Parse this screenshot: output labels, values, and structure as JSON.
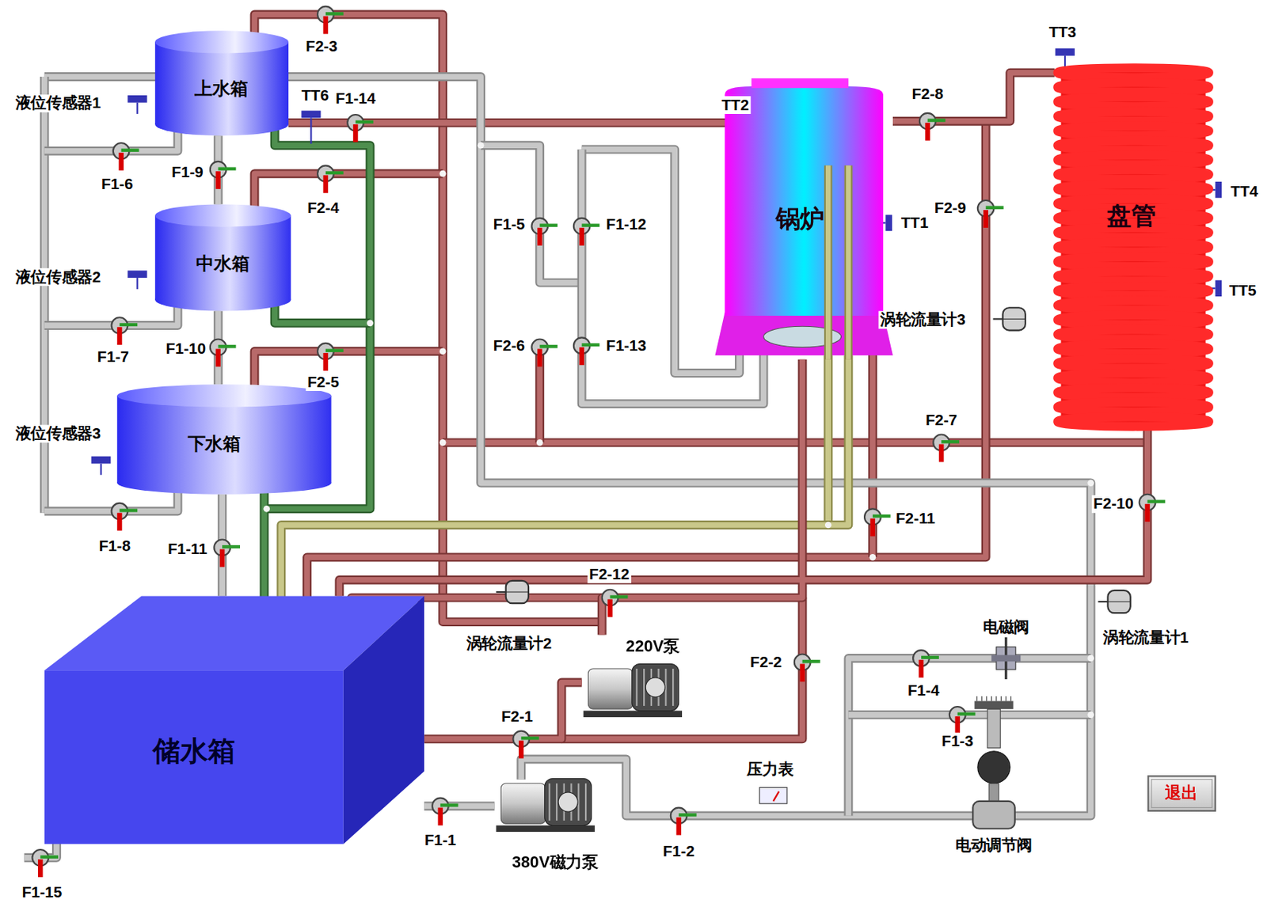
{
  "diagram": {
    "nodes": [
      {
        "text": [
          "上水箱"
        ]
      },
      {
        "text": [
          "中水箱"
        ]
      },
      {
        "text": [
          "下水箱"
        ]
      },
      {
        "text": [
          "锅炉"
        ]
      },
      {
        "text": [
          "盘管"
        ]
      },
      {
        "text": [
          "220V泵"
        ]
      },
      {
        "text": [
          "储水箱"
        ]
      },
      {
        "text": [
          "380V磁力泵"
        ]
      },
      {
        "text": [
          "退出"
        ]
      }
    ],
    "edges": [
      {
        "from": 0,
        "to": 1,
        "arrow": "none"
      },
      {
        "from": 1,
        "to": 2,
        "arrow": "none"
      },
      {
        "from": 2,
        "to": 6,
        "arrow": "none"
      },
      {
        "from": 3,
        "to": 4,
        "arrow": "none"
      },
      {
        "from": 6,
        "to": 5,
        "arrow": "none"
      },
      {
        "from": 5,
        "to": 3,
        "arrow": "none"
      },
      {
        "from": 4,
        "to": 6,
        "arrow": "none"
      },
      {
        "from": 6,
        "to": 7,
        "arrow": "none"
      }
    ],
    "labels": [
      "液位传感器1",
      "液位传感器2",
      "液位传感器3",
      "F2-3",
      "TT6",
      "F1-14",
      "F1-6",
      "F1-9",
      "F2-4",
      "F1-7",
      "F1-10",
      "F2-5",
      "F1-8",
      "F1-11",
      "TT2",
      "F1-5",
      "F1-12",
      "F2-6",
      "F1-13",
      "F2-8",
      "F2-9",
      "TT3",
      "TT1",
      "TT4",
      "TT5",
      "涡轮流量计3",
      "F2-7",
      "F2-10",
      "F2-11",
      "F2-12",
      "涡轮流量计2",
      "涡轮流量计1",
      "F2-2",
      "电磁阀",
      "F1-4",
      "F1-3",
      "F2-1",
      "压力表",
      "电动调节阀",
      "F1-2",
      "F1-1",
      "F1-15"
    ]
  }
}
